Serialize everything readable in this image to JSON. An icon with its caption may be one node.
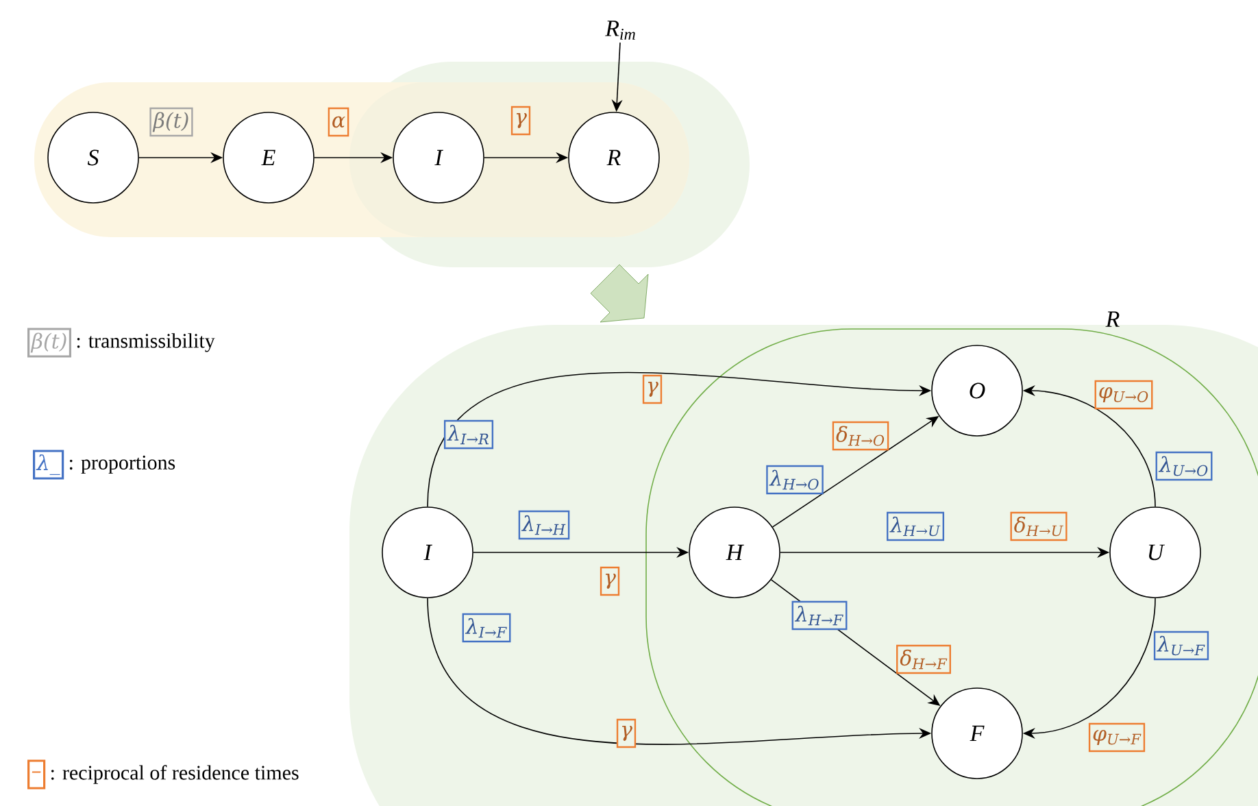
{
  "diagram": {
    "nodes": [
      {
        "text": [
          "S"
        ]
      },
      {
        "text": [
          "E"
        ]
      },
      {
        "text": [
          "I"
        ]
      },
      {
        "text": [
          "R"
        ]
      },
      {
        "text": [
          "R$_{im}$"
        ]
      },
      {
        "text": [
          "I"
        ]
      },
      {
        "text": [
          "R"
        ]
      },
      {
        "text": [
          "H"
        ],
        "in": 6
      },
      {
        "text": [
          "O"
        ],
        "in": 6
      },
      {
        "text": [
          "U"
        ],
        "in": 6
      },
      {
        "text": [
          "F"
        ],
        "in": 6
      }
    ],
    "edges": [
      {
        "from": 0,
        "to": 1,
        "arrow": "to",
        "label": "β(t)"
      },
      {
        "from": 1,
        "to": 2,
        "arrow": "to",
        "label": "α"
      },
      {
        "from": 2,
        "to": 3,
        "arrow": "to",
        "label": "γ"
      },
      {
        "from": 4,
        "to": 3,
        "arrow": "to"
      },
      {
        "from": 5,
        "to": 8,
        "arrow": "to",
        "label": "λ$_{I→R}$"
      },
      {
        "from": 5,
        "to": 7,
        "arrow": "to",
        "label": "λ$_{I→H}$"
      },
      {
        "from": 5,
        "to": 10,
        "arrow": "to",
        "label": "λ$_{I→F}$"
      },
      {
        "from": 7,
        "to": 8,
        "arrow": "to",
        "label": "λ$_{H→O}$"
      },
      {
        "from": 7,
        "to": 9,
        "arrow": "to",
        "label": "λ$_{H→U}$"
      },
      {
        "from": 7,
        "to": 10,
        "arrow": "to",
        "label": "λ$_{H→F}$"
      },
      {
        "from": 9,
        "to": 8,
        "arrow": "to",
        "label": "λ$_{U→O}$"
      },
      {
        "from": 9,
        "to": 10,
        "arrow": "to",
        "label": "λ$_{U→F}$"
      }
    ],
    "labels": [
      "γ",
      "γ",
      "γ",
      "δ$_{H→O}$",
      "δ$_{H→U}$",
      "δ$_{H→F}$",
      "φ$_{U→O}$",
      "φ$_{U→F}$",
      "β(t)",
      "λ_",
      "–"
    ],
    "legend": [
      {
        "text": ": transmissibility",
        "color": "#a6a6a6"
      },
      {
        "text": ": proportions",
        "color": "#4472c4"
      },
      {
        "text": ": reciprocal of residence times",
        "color": "#ed7d31"
      }
    ]
  }
}
